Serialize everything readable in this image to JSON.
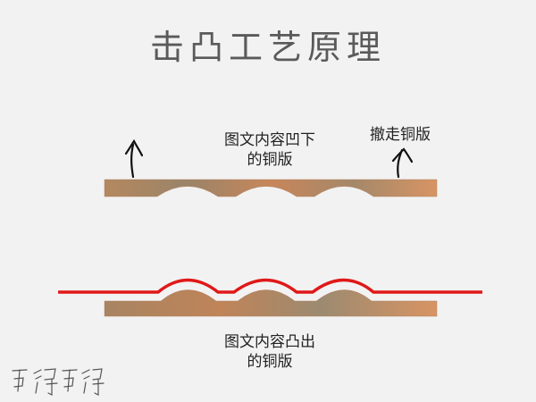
{
  "title": "击凸工艺原理",
  "labels": {
    "concave_line1": "图文内容凹下",
    "concave_line2": "的铜版",
    "remove": "撤走铜版",
    "convex_line1": "图文内容凸出",
    "convex_line2": "的铜版"
  },
  "watermark": "可得可得",
  "colors": {
    "plate_light": "#d89463",
    "plate_mid": "#c08458",
    "plate_dark": "#9a8468",
    "paper_line": "#e01818",
    "background": "#f2f2f2",
    "title_text": "#5a5a5a"
  }
}
